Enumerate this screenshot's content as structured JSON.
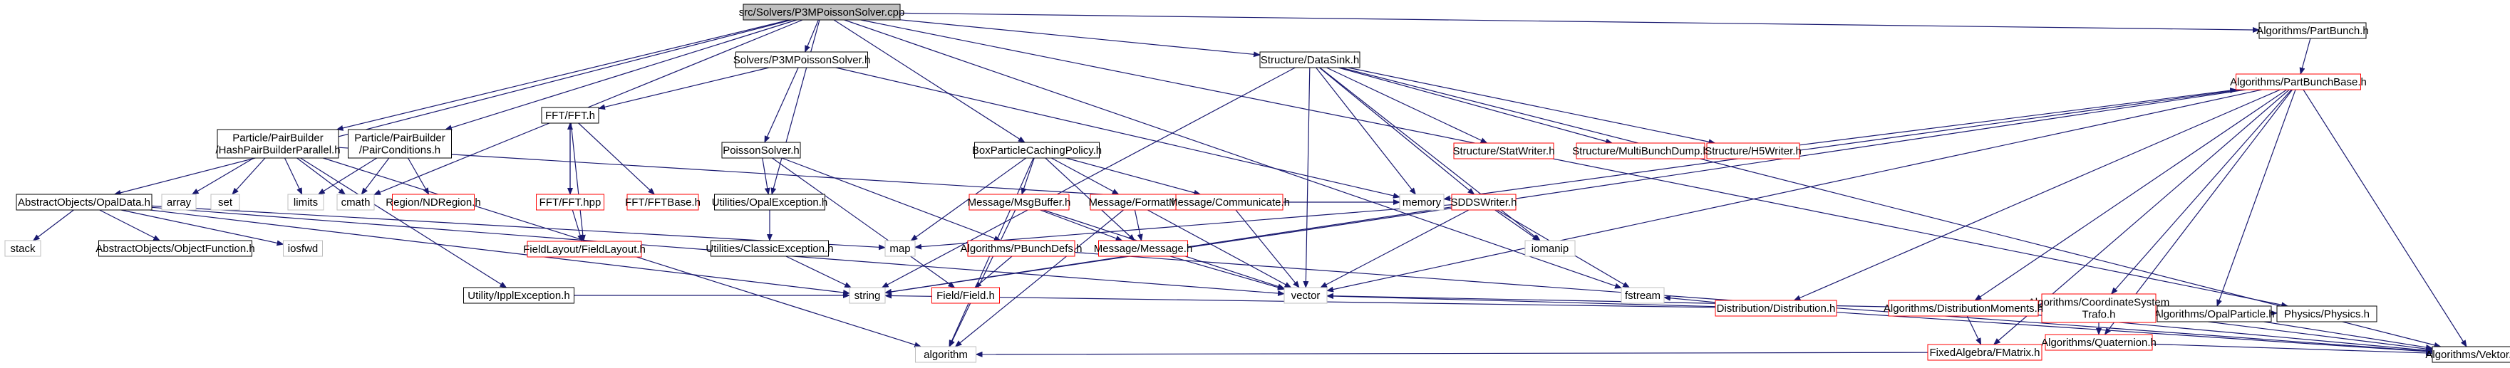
{
  "diagram": {
    "colors": {
      "edge": "#191970",
      "root_fill": "#bfbfbf",
      "doc_border": "#000000",
      "nodoc_border": "#ff0000",
      "system_border": "#bfbfbf",
      "text": "#000000"
    },
    "nodes": [
      {
        "id": "root",
        "kind": "root",
        "lines": [
          "src/Solvers/P3MPoissonSolver.cpp"
        ]
      },
      {
        "id": "vektor",
        "kind": "doc",
        "lines": [
          "Algorithms/Vektor.h"
        ]
      },
      {
        "id": "pbunch",
        "kind": "doc",
        "lines": [
          "Algorithms/PartBunch.h"
        ]
      },
      {
        "id": "pbbase",
        "kind": "nodoc",
        "lines": [
          "Algorithms/PartBunchBase.h"
        ]
      },
      {
        "id": "physics",
        "kind": "doc",
        "lines": [
          "Physics/Physics.h"
        ]
      },
      {
        "id": "opalpart",
        "kind": "doc",
        "lines": [
          "Algorithms/OpalParticle.h"
        ]
      },
      {
        "id": "coordsys",
        "kind": "nodoc",
        "lines": [
          "Algorithms/CoordinateSystem",
          "Trafo.h"
        ]
      },
      {
        "id": "quat",
        "kind": "nodoc",
        "lines": [
          "Algorithms/Quaternion.h"
        ]
      },
      {
        "id": "distmom",
        "kind": "nodoc",
        "lines": [
          "Algorithms/DistributionMoments.h"
        ]
      },
      {
        "id": "fmatrix",
        "kind": "nodoc",
        "lines": [
          "FixedAlgebra/FMatrix.h"
        ]
      },
      {
        "id": "dist",
        "kind": "nodoc",
        "lines": [
          "Distribution/Distribution.h"
        ]
      },
      {
        "id": "sddsw",
        "kind": "nodoc",
        "lines": [
          "SDDSWriter.h"
        ]
      },
      {
        "id": "dsink",
        "kind": "doc",
        "lines": [
          "Structure/DataSink.h"
        ]
      },
      {
        "id": "statw",
        "kind": "nodoc",
        "lines": [
          "Structure/StatWriter.h"
        ]
      },
      {
        "id": "mbd",
        "kind": "nodoc",
        "lines": [
          "Structure/MultiBunchDump.h"
        ]
      },
      {
        "id": "h5w",
        "kind": "nodoc",
        "lines": [
          "Structure/H5Writer.h"
        ]
      },
      {
        "id": "p3mh",
        "kind": "doc",
        "lines": [
          "Solvers/P3MPoissonSolver.h"
        ]
      },
      {
        "id": "poisson",
        "kind": "doc",
        "lines": [
          "PoissonSolver.h"
        ]
      },
      {
        "id": "ffth",
        "kind": "doc",
        "lines": [
          "FFT/FFT.h"
        ]
      },
      {
        "id": "ffthpp",
        "kind": "nodoc",
        "lines": [
          "FFT/FFT.hpp"
        ]
      },
      {
        "id": "fftbase",
        "kind": "nodoc",
        "lines": [
          "FFT/FFTBase.h"
        ]
      },
      {
        "id": "fieldlayout",
        "kind": "nodoc",
        "lines": [
          "FieldLayout/FieldLayout.h"
        ]
      },
      {
        "id": "bpcp",
        "kind": "doc",
        "lines": [
          "BoxParticleCachingPolicy.h"
        ]
      },
      {
        "id": "msgbuf",
        "kind": "nodoc",
        "lines": [
          "Message/MsgBuffer.h"
        ]
      },
      {
        "id": "msgfmt",
        "kind": "nodoc",
        "lines": [
          "Message/Format.h"
        ]
      },
      {
        "id": "msgcomm",
        "kind": "nodoc",
        "lines": [
          "Message/Communicate.h"
        ]
      },
      {
        "id": "msgmsg",
        "kind": "nodoc",
        "lines": [
          "Message/Message.h"
        ]
      },
      {
        "id": "pbdefs",
        "kind": "nodoc",
        "lines": [
          "Algorithms/PBunchDefs.h"
        ]
      },
      {
        "id": "field",
        "kind": "nodoc",
        "lines": [
          "Field/Field.h"
        ]
      },
      {
        "id": "opalexc",
        "kind": "doc",
        "lines": [
          "Utilities/OpalException.h"
        ]
      },
      {
        "id": "classexc",
        "kind": "doc",
        "lines": [
          "Utilities/ClassicException.h"
        ]
      },
      {
        "id": "hpb",
        "kind": "doc",
        "lines": [
          "Particle/PairBuilder",
          "/HashPairBuilderParallel.h"
        ]
      },
      {
        "id": "pc",
        "kind": "doc",
        "lines": [
          "Particle/PairBuilder",
          "/PairConditions.h"
        ]
      },
      {
        "id": "ndregion",
        "kind": "nodoc",
        "lines": [
          "Region/NDRegion.h"
        ]
      },
      {
        "id": "ipplexc",
        "kind": "doc",
        "lines": [
          "Utility/IpplException.h"
        ]
      },
      {
        "id": "opaldata",
        "kind": "doc",
        "lines": [
          "AbstractObjects/OpalData.h"
        ]
      },
      {
        "id": "objfunc",
        "kind": "doc",
        "lines": [
          "AbstractObjects/ObjectFunction.h"
        ]
      },
      {
        "id": "stack",
        "kind": "system",
        "lines": [
          "stack"
        ]
      },
      {
        "id": "iosfwd",
        "kind": "system",
        "lines": [
          "iosfwd"
        ]
      },
      {
        "id": "array",
        "kind": "system",
        "lines": [
          "array"
        ]
      },
      {
        "id": "set",
        "kind": "system",
        "lines": [
          "set"
        ]
      },
      {
        "id": "limits",
        "kind": "system",
        "lines": [
          "limits"
        ]
      },
      {
        "id": "cmath",
        "kind": "system",
        "lines": [
          "cmath"
        ]
      },
      {
        "id": "map",
        "kind": "system",
        "lines": [
          "map"
        ]
      },
      {
        "id": "string",
        "kind": "system",
        "lines": [
          "string"
        ]
      },
      {
        "id": "algorithm",
        "kind": "system",
        "lines": [
          "algorithm"
        ]
      },
      {
        "id": "vector",
        "kind": "system",
        "lines": [
          "vector"
        ]
      },
      {
        "id": "memory",
        "kind": "system",
        "lines": [
          "memory"
        ]
      },
      {
        "id": "iomanip",
        "kind": "system",
        "lines": [
          "iomanip"
        ]
      },
      {
        "id": "fstream",
        "kind": "system",
        "lines": [
          "fstream"
        ]
      }
    ],
    "edges": [
      [
        "root",
        "opaldata"
      ],
      [
        "root",
        "hpb"
      ],
      [
        "root",
        "pc"
      ],
      [
        "root",
        "cmath"
      ],
      [
        "root",
        "p3mh"
      ],
      [
        "root",
        "opalexc"
      ],
      [
        "root",
        "bpcp"
      ],
      [
        "root",
        "dsink"
      ],
      [
        "root",
        "fstream"
      ],
      [
        "root",
        "pbunch"
      ],
      [
        "root",
        "physics"
      ],
      [
        "p3mh",
        "ffth"
      ],
      [
        "p3mh",
        "poisson"
      ],
      [
        "p3mh",
        "memory"
      ],
      [
        "ffth",
        "ffthpp"
      ],
      [
        "ffth",
        "fftbase"
      ],
      [
        "ffth",
        "fieldlayout"
      ],
      [
        "ffthpp",
        "ffth"
      ],
      [
        "ffthpp",
        "fieldlayout"
      ],
      [
        "poisson",
        "opalexc"
      ],
      [
        "poisson",
        "field"
      ],
      [
        "poisson",
        "pbdefs"
      ],
      [
        "opalexc",
        "classexc"
      ],
      [
        "classexc",
        "string"
      ],
      [
        "hpb",
        "array"
      ],
      [
        "hpb",
        "set"
      ],
      [
        "hpb",
        "limits"
      ],
      [
        "hpb",
        "cmath"
      ],
      [
        "hpb",
        "ipplexc"
      ],
      [
        "hpb",
        "msgcomm"
      ],
      [
        "hpb",
        "algorithm"
      ],
      [
        "pc",
        "limits"
      ],
      [
        "pc",
        "cmath"
      ],
      [
        "pc",
        "ndregion"
      ],
      [
        "opaldata",
        "stack"
      ],
      [
        "opaldata",
        "objfunc"
      ],
      [
        "opaldata",
        "iosfwd"
      ],
      [
        "opaldata",
        "string"
      ],
      [
        "opaldata",
        "vector"
      ],
      [
        "opaldata",
        "map"
      ],
      [
        "ipplexc",
        "string"
      ],
      [
        "bpcp",
        "msgbuf"
      ],
      [
        "bpcp",
        "msgfmt"
      ],
      [
        "bpcp",
        "msgcomm"
      ],
      [
        "bpcp",
        "msgmsg"
      ],
      [
        "bpcp",
        "map"
      ],
      [
        "bpcp",
        "algorithm"
      ],
      [
        "msgbuf",
        "msgmsg"
      ],
      [
        "msgbuf",
        "algorithm"
      ],
      [
        "msgbuf",
        "vector"
      ],
      [
        "msgfmt",
        "msgmsg"
      ],
      [
        "msgfmt",
        "vector"
      ],
      [
        "msgfmt",
        "algorithm"
      ],
      [
        "msgcomm",
        "memory"
      ],
      [
        "msgcomm",
        "vector"
      ],
      [
        "msgmsg",
        "vector"
      ],
      [
        "pbdefs",
        "field"
      ],
      [
        "pbdefs",
        "vektor"
      ],
      [
        "dsink",
        "string"
      ],
      [
        "dsink",
        "statw"
      ],
      [
        "dsink",
        "mbd"
      ],
      [
        "dsink",
        "h5w"
      ],
      [
        "dsink",
        "sddsw"
      ],
      [
        "dsink",
        "memory"
      ],
      [
        "dsink",
        "iomanip"
      ],
      [
        "dsink",
        "vector"
      ],
      [
        "dsink",
        "vektor"
      ],
      [
        "sddsw",
        "map"
      ],
      [
        "sddsw",
        "string"
      ],
      [
        "sddsw",
        "vector"
      ],
      [
        "sddsw",
        "iomanip"
      ],
      [
        "sddsw",
        "fstream"
      ],
      [
        "h5w",
        "pbbase"
      ],
      [
        "pbunch",
        "pbbase"
      ],
      [
        "pbbase",
        "memory"
      ],
      [
        "pbbase",
        "dist"
      ],
      [
        "pbbase",
        "distmom"
      ],
      [
        "pbbase",
        "fmatrix"
      ],
      [
        "pbbase",
        "coordsys"
      ],
      [
        "pbbase",
        "quat"
      ],
      [
        "pbbase",
        "opalpart"
      ],
      [
        "pbbase",
        "vector"
      ],
      [
        "pbbase",
        "vektor"
      ],
      [
        "pbbase",
        "string"
      ],
      [
        "dist",
        "fstream"
      ],
      [
        "dist",
        "string"
      ],
      [
        "dist",
        "vector"
      ],
      [
        "dist",
        "vektor"
      ],
      [
        "distmom",
        "fmatrix"
      ],
      [
        "distmom",
        "physics"
      ],
      [
        "distmom",
        "vector"
      ],
      [
        "distmom",
        "vektor"
      ],
      [
        "fmatrix",
        "algorithm"
      ],
      [
        "coordsys",
        "quat"
      ],
      [
        "coordsys",
        "vektor"
      ],
      [
        "quat",
        "vektor"
      ],
      [
        "opalpart",
        "vektor"
      ]
    ]
  }
}
